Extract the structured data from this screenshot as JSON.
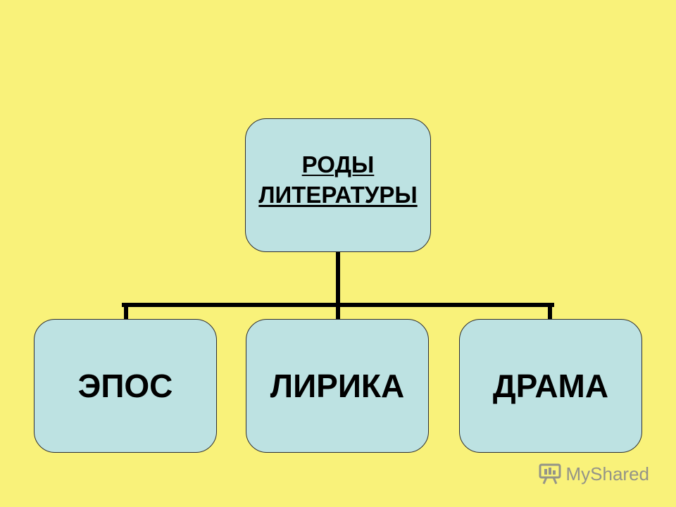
{
  "diagram": {
    "root": {
      "line1": "РОДЫ",
      "line2": "ЛИТЕРАТУРЫ"
    },
    "children": [
      {
        "label": "ЭПОС"
      },
      {
        "label": "ЛИРИКА"
      },
      {
        "label": "ДРАМА"
      }
    ]
  },
  "watermark": {
    "text": "MyShared",
    "icon": "presentation-board-icon"
  },
  "colors": {
    "background": "#f9f27a",
    "node_fill": "#bde2e2",
    "connector": "#000000"
  }
}
